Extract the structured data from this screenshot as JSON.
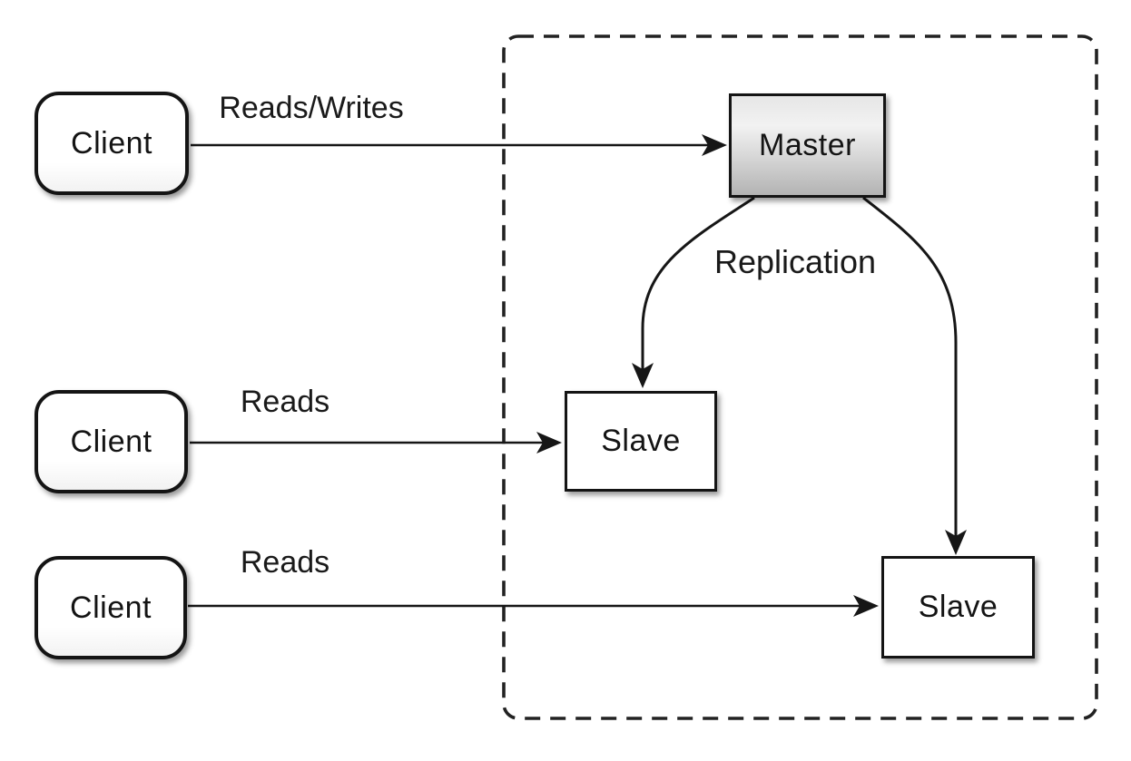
{
  "diagram": {
    "kind": "master-slave replication architecture",
    "nodes": {
      "client_top": {
        "label": "Client"
      },
      "client_middle": {
        "label": "Client"
      },
      "client_bottom": {
        "label": "Client"
      },
      "master": {
        "label": "Master"
      },
      "slave_middle": {
        "label": "Slave"
      },
      "slave_bottom": {
        "label": "Slave"
      }
    },
    "edges": {
      "reads_writes": {
        "label": "Reads/Writes",
        "from": "client_top",
        "to": "master"
      },
      "reads_middle": {
        "label": "Reads",
        "from": "client_middle",
        "to": "slave_middle"
      },
      "reads_bottom": {
        "label": "Reads",
        "from": "client_bottom",
        "to": "slave_bottom"
      },
      "replication": {
        "label": "Replication",
        "from": "master",
        "to": "slaves"
      }
    },
    "colors": {
      "background": "#ffffff",
      "stroke": "#161616",
      "master_fill_top": "#e6e6e6",
      "master_fill_bottom": "#b3b3b3",
      "node_fill": "#ffffff",
      "dashed_border": "#222222"
    }
  }
}
